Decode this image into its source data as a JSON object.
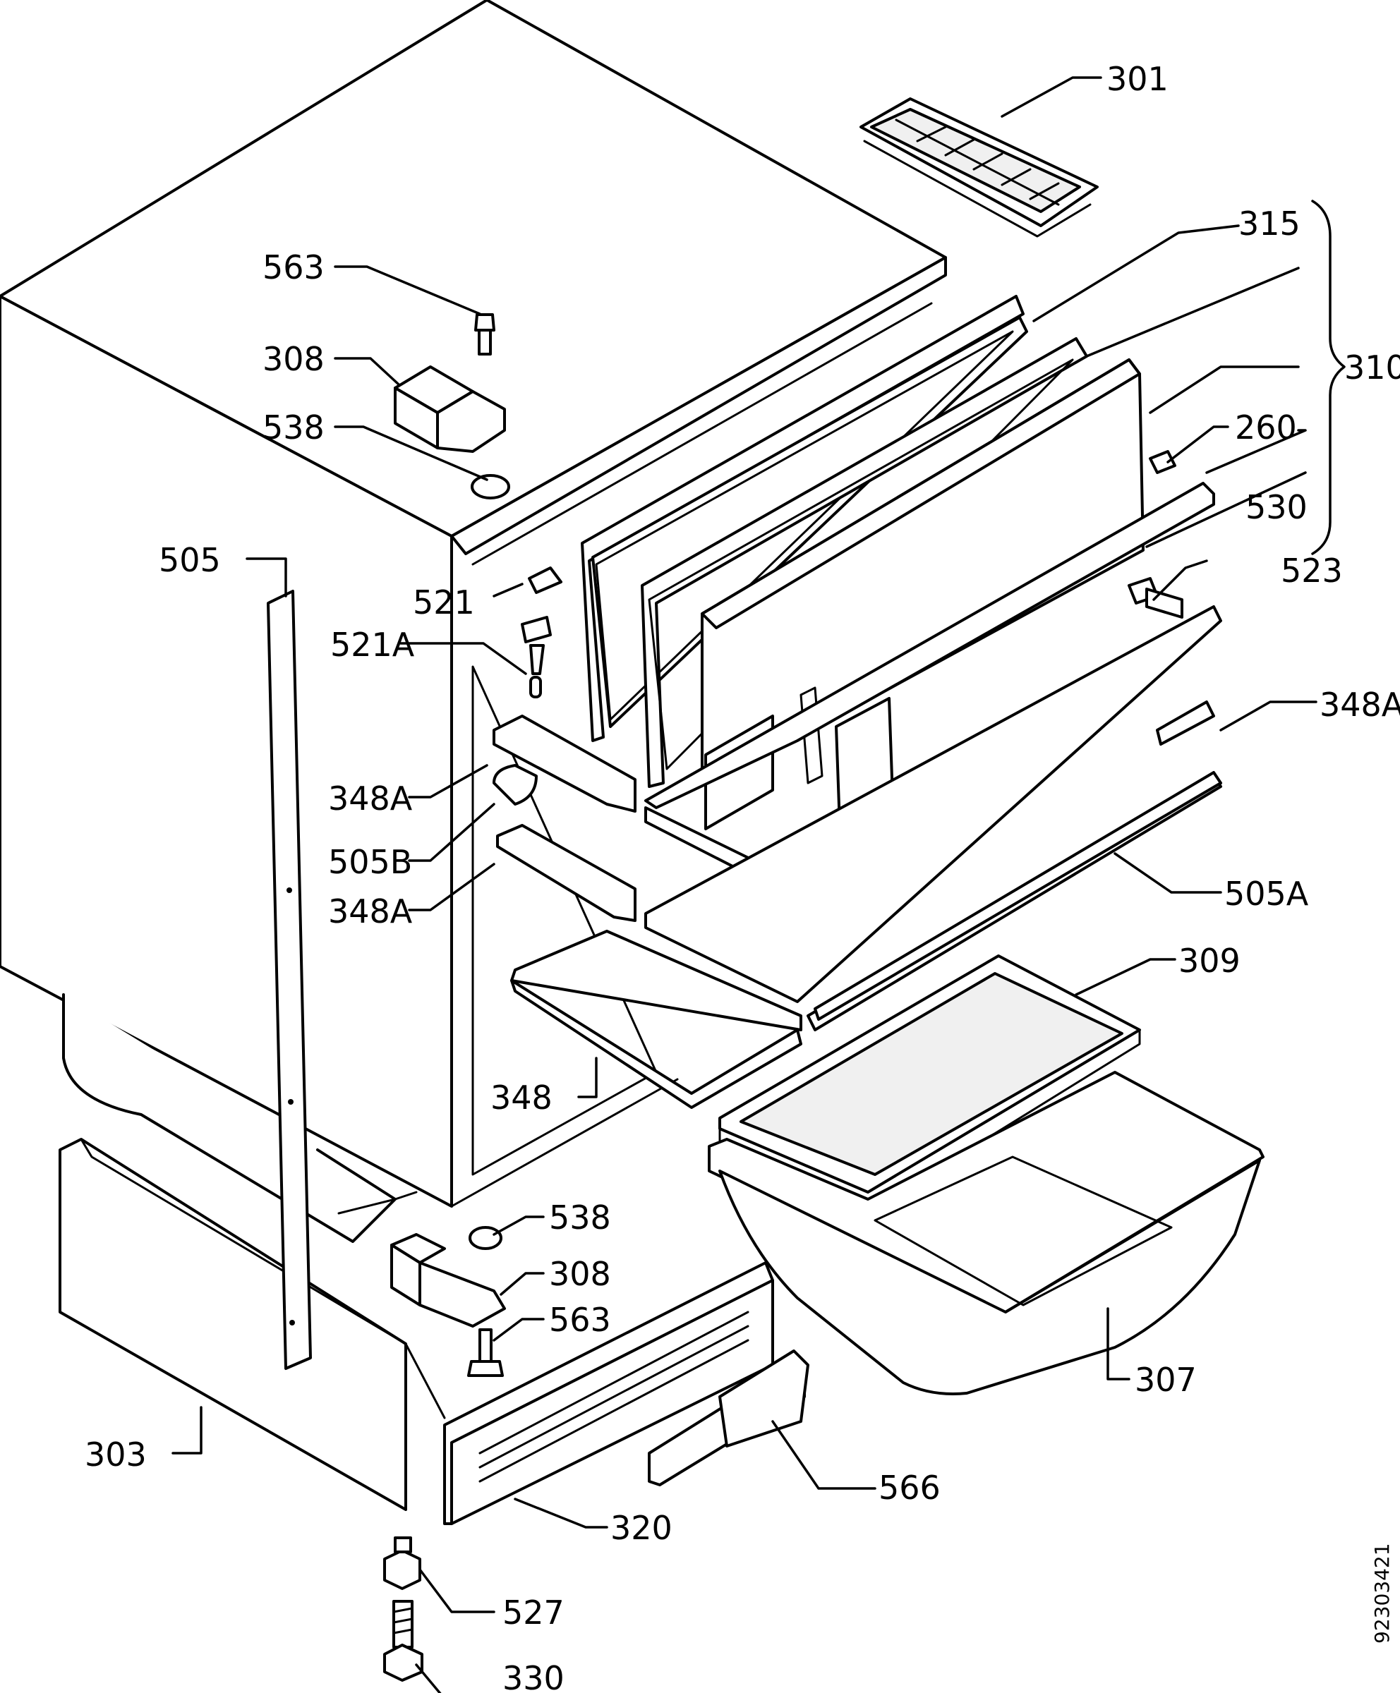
{
  "diagram": {
    "part_labels": {
      "p301": "301",
      "p315": "315",
      "p310": "310",
      "p260": "260",
      "p530": "530",
      "p523": "523",
      "p348A_right": "348A",
      "p505A": "505A",
      "p309": "309",
      "p307": "307",
      "p566": "566",
      "p320": "320",
      "p527": "527",
      "p330": "330",
      "p303": "303",
      "p563_top": "563",
      "p308_top": "308",
      "p538_top": "538",
      "p505": "505",
      "p521": "521",
      "p521A": "521A",
      "p348A_a": "348A",
      "p505B": "505B",
      "p348A_b": "348A",
      "p348": "348",
      "p538_bottom": "538",
      "p308_bottom": "308",
      "p563_bottom": "563"
    },
    "document_number": "92303421"
  }
}
